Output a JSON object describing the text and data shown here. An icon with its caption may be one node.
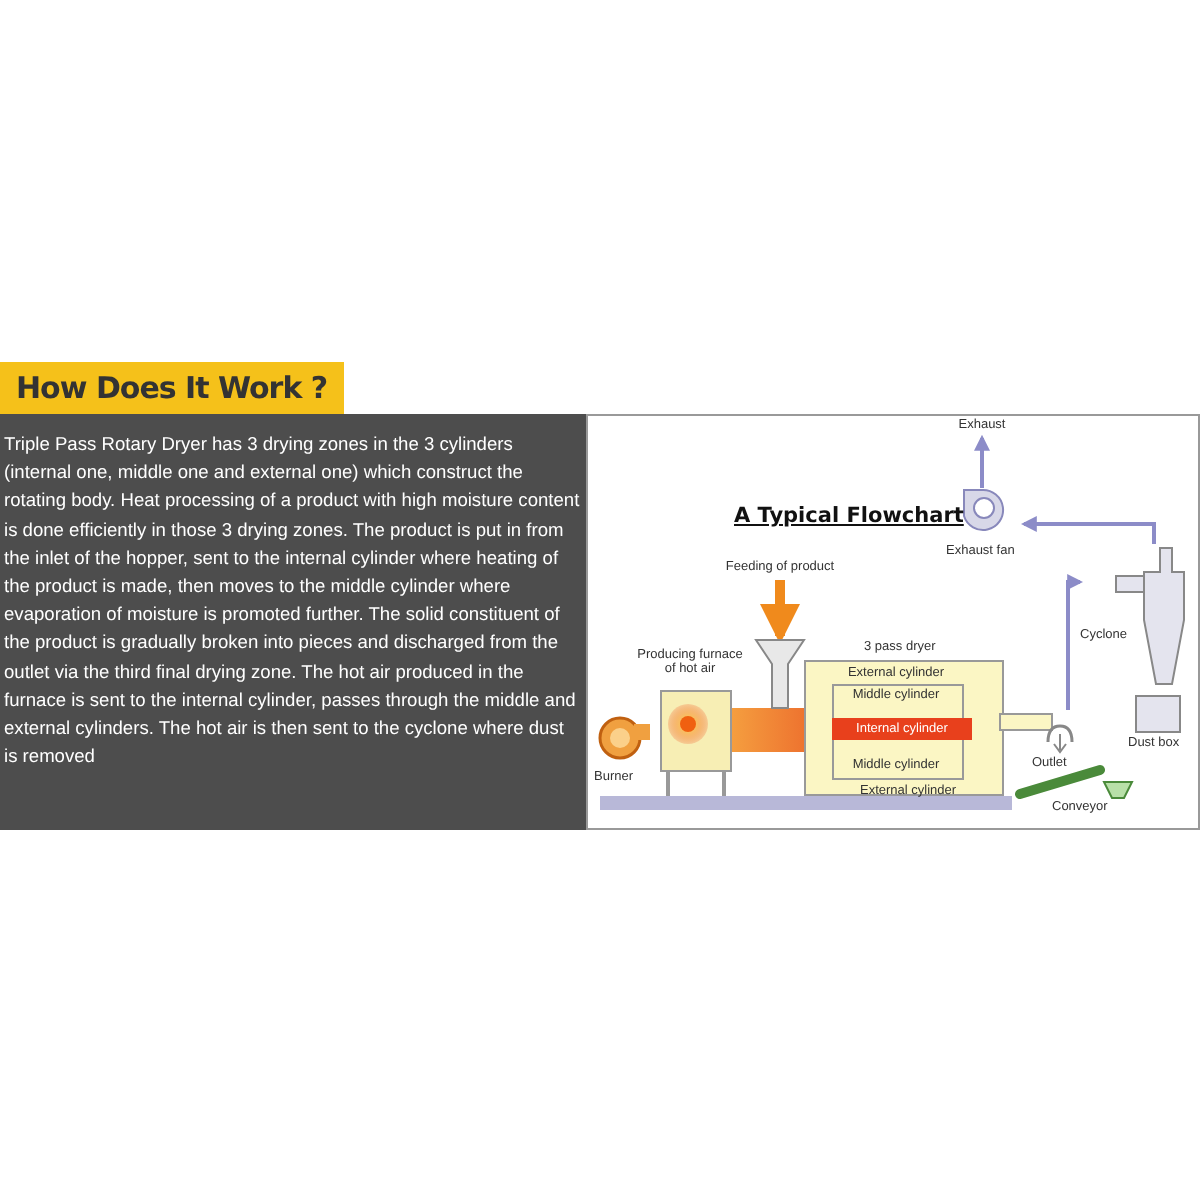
{
  "diagram": {
    "title": "How Does It Work ?",
    "nodes": [
      {
        "text": [
          "Feeding of product"
        ]
      },
      {
        "text": [],
        "shape": "picture"
      },
      {
        "text": [
          "Producing furnace of hot air"
        ]
      },
      {
        "text": [
          "Burner"
        ]
      },
      {
        "text": [
          "3 pass dryer"
        ]
      },
      {
        "text": [
          "External cylinder"
        ],
        "in": 4
      },
      {
        "text": [
          "Middle cylinder"
        ],
        "in": 4
      },
      {
        "text": [
          "Internal cylinder"
        ],
        "in": 4
      },
      {
        "text": [
          "Middle cylinder"
        ],
        "in": 4
      },
      {
        "text": [
          "Outlet"
        ]
      },
      {
        "text": [
          "Conveyor"
        ]
      },
      {
        "text": [
          "Cyclone"
        ]
      },
      {
        "text": [
          "Dust box"
        ]
      },
      {
        "text": [
          "Exhaust fan"
        ]
      },
      {
        "text": [
          "Exhaust"
        ]
      }
    ],
    "edges": [
      {
        "from": 0,
        "to": 1,
        "arrow": "to",
        "style": "thick",
        "color": "#f08a1c"
      },
      {
        "from": 9,
        "to": 11,
        "arrow": "to"
      },
      {
        "from": 11,
        "to": 13,
        "arrow": "to"
      },
      {
        "from": 13,
        "to": 14,
        "arrow": "to"
      }
    ],
    "labels": [
      "Triple Pass Rotary Dryer has 3 drying zones in the 3 cylinders (internal one, middle one and external one) which construct the rotating body. Heat processing of a product with high moisture content is done efficiently in those 3 drying zones. The product is put in from the inlet of the hopper, sent to the internal cylinder where heating of the product is made, then moves to the middle cylinder where evaporation of moisture is promoted further. The solid constituent of the product is gradually broken into pieces and discharged from the outlet via the third final drying zone. The hot air produced in the furnace is sent to the internal cylinder, passes through the middle and external cylinders. The hot air is then sent to the cyclone where dust is removed",
      "A Typical Flowchart",
      "External cylinder"
    ]
  }
}
